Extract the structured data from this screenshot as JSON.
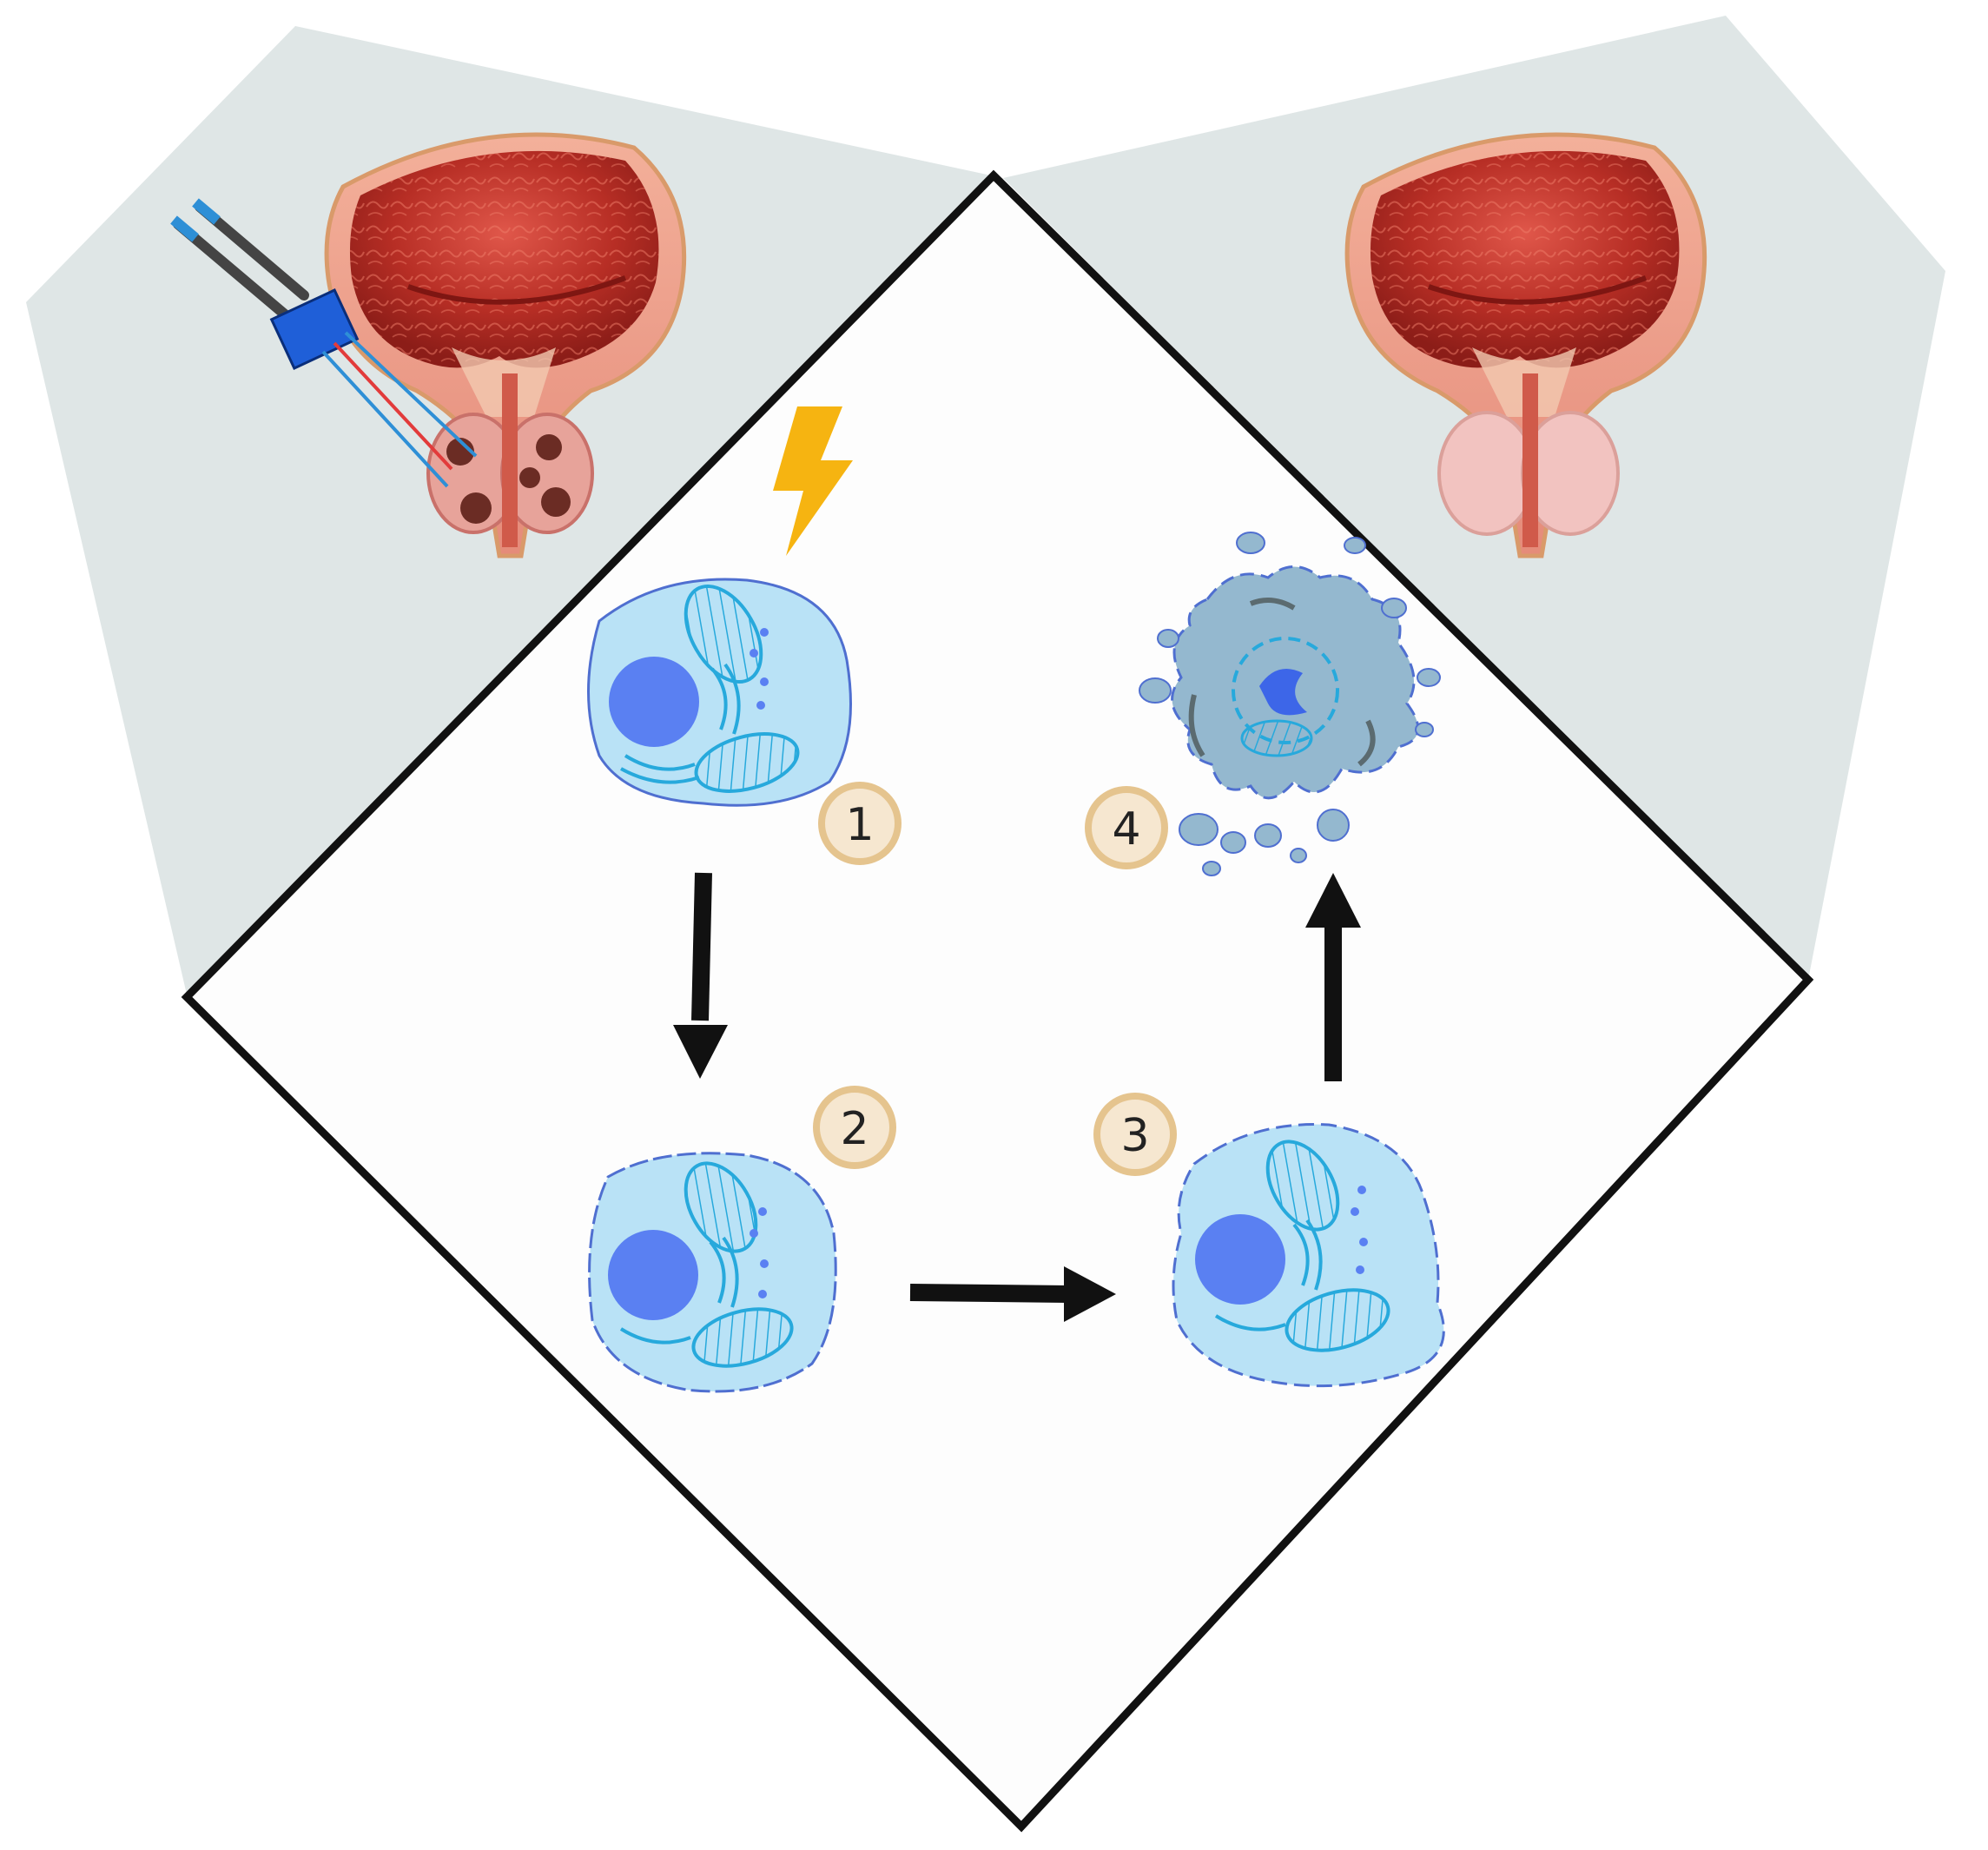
{
  "steps": [
    {
      "id": "step-1",
      "label": "1"
    },
    {
      "id": "step-2",
      "label": "2"
    },
    {
      "id": "step-3",
      "label": "3"
    },
    {
      "id": "step-4",
      "label": "4"
    }
  ],
  "icons": {
    "left_organ": "prostate-with-electrodes-icon",
    "right_organ": "healthy-prostate-icon",
    "pulse": "lightning-bolt-icon"
  },
  "colors": {
    "background_panel": "#dfe6e6",
    "diamond_fill": "#fdfdfd",
    "cell_fill": "#b9e2f6",
    "nucleus": "#5a80f2",
    "organelle": "#27a9dc",
    "badge_fill": "#f6e7d0",
    "badge_ring": "#e5c48e",
    "bolt": "#f6b411",
    "apoptotic_cell": "#94b8cf"
  }
}
